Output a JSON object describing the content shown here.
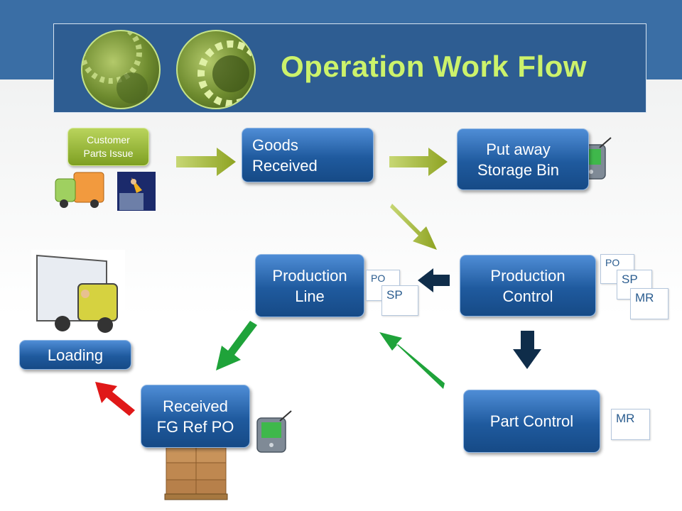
{
  "title": "Operation Work Flow",
  "customer_parts_issue": "Customer\nParts Issue",
  "nodes": {
    "goods_received": "Goods\nReceived",
    "put_away": "Put away\nStorage Bin",
    "production_control": "Production\nControl",
    "production_line": "Production\nLine",
    "part_control": "Part Control",
    "received_fg": "Received\nFG Ref PO",
    "loading": "Loading"
  },
  "docs": {
    "pc_po": "PO",
    "pc_sp": "SP",
    "pc_mr": "MR",
    "pl_po": "PO",
    "pl_sp": "SP",
    "part_mr": "MR"
  },
  "colors": {
    "banner": "#2e5d92",
    "title": "#ccf26b",
    "node": "#1f5a9e",
    "arrow_olive": "#9bb02b",
    "arrow_navy": "#0f2d4a",
    "arrow_green": "#1fa33a",
    "arrow_red": "#e01818"
  },
  "icons": [
    "gear-image-icon",
    "handheld-scanner-icon",
    "truck-icon",
    "worker-icon",
    "delivery-truck-icon",
    "boxes-pallet-icon"
  ]
}
